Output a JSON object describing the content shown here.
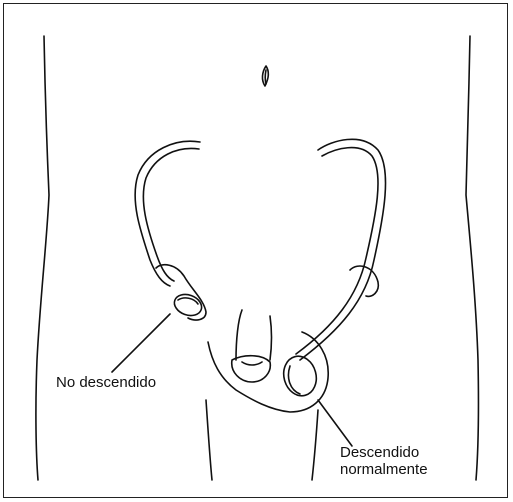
{
  "labels": {
    "undescended": "No descendido",
    "descended_line1": "Descendido",
    "descended_line2": "normalmente"
  },
  "colors": {
    "line": "#111111",
    "background": "#ffffff",
    "border": "#222222"
  }
}
